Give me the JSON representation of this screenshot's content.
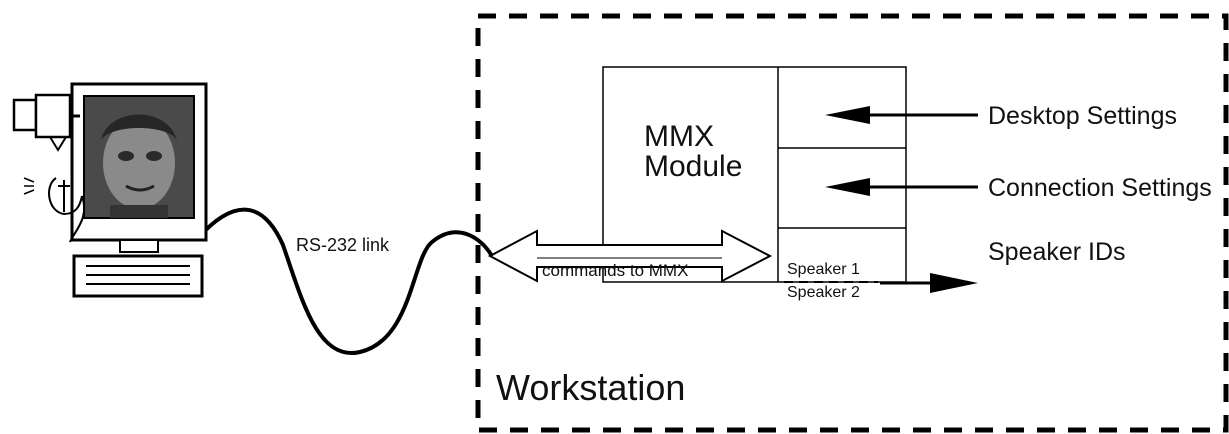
{
  "module": {
    "title": "MMX",
    "subtitle": "Module"
  },
  "inputs": {
    "desktop_settings": "Desktop Settings",
    "connection_settings": "Connection Settings"
  },
  "output": {
    "speaker_ids": "Speaker IDs"
  },
  "speakers": [
    "Speaker 1",
    "Speaker 2"
  ],
  "link": {
    "label": "RS-232 link"
  },
  "commands": {
    "label": "commands to MMX"
  },
  "container": {
    "label": "Workstation"
  }
}
